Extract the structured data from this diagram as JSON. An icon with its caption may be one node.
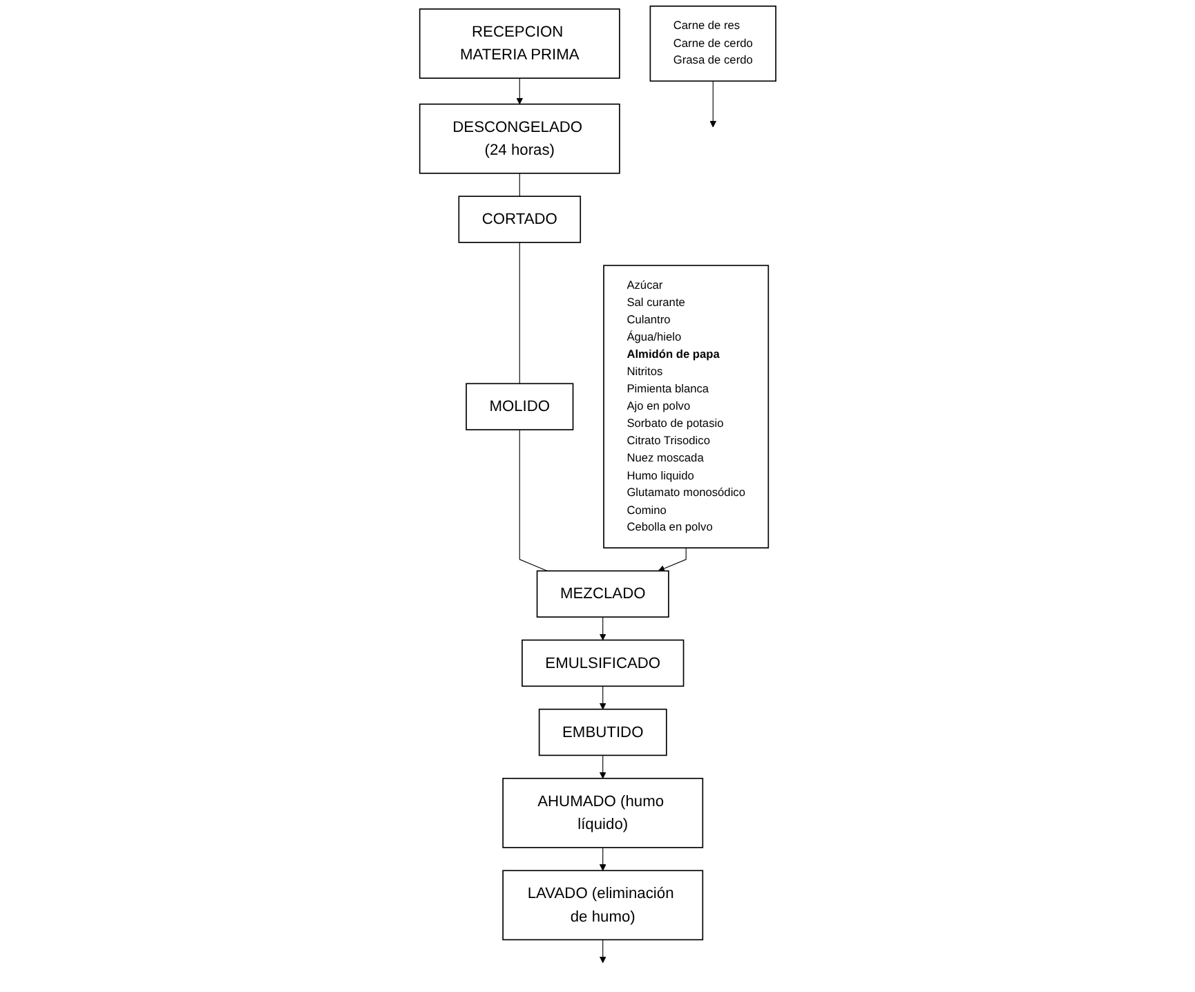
{
  "diagram": {
    "nodes": [
      {
        "text": [
          "RECEPCION MATERIA PRIMA"
        ]
      },
      {
        "text": [
          "DESCONGELADO (24 horas)"
        ]
      },
      {
        "text": [
          "CORTADO"
        ]
      },
      {
        "text": [
          "MOLIDO"
        ]
      },
      {
        "text": [
          "MEZCLADO"
        ]
      },
      {
        "text": [
          "EMULSIFICADO"
        ]
      },
      {
        "text": [
          "EMBUTIDO"
        ]
      },
      {
        "text": [
          "AHUMADO (humo líquido)"
        ]
      },
      {
        "text": [
          "LAVADO (eliminación de humo)"
        ]
      },
      {
        "text": [
          "Carne de res",
          "Carne de cerdo",
          "Grasa de cerdo"
        ]
      },
      {
        "text": [
          "Azúcar",
          "Sal curante",
          "Culantro",
          "Água/hielo",
          "**Almidón de papa**",
          "Nitritos",
          "Pimienta blanca",
          "Ajo en polvo",
          "Sorbato de potasio",
          "Citrato Trisodico",
          "Nuez moscada",
          "Humo liquido",
          "Glutamato monosódico",
          "Comino",
          "Cebolla en polvo"
        ]
      }
    ],
    "edges": [
      {
        "from": 0,
        "to": 1,
        "arrow": "to"
      },
      {
        "from": 1,
        "to": 2,
        "arrow": "none"
      },
      {
        "from": 2,
        "to": 3,
        "arrow": "none"
      },
      {
        "from": 3,
        "to": 4,
        "arrow": "none"
      },
      {
        "from": 4,
        "to": 5,
        "arrow": "to"
      },
      {
        "from": 5,
        "to": 6,
        "arrow": "to"
      },
      {
        "from": 6,
        "to": 7,
        "arrow": "to"
      },
      {
        "from": 7,
        "to": 8,
        "arrow": "to"
      },
      {
        "from": 8,
        "to": null,
        "arrow": "to"
      },
      {
        "from": 9,
        "to": null,
        "arrow": "to"
      },
      {
        "from": 10,
        "to": 4,
        "arrow": "to"
      }
    ]
  }
}
